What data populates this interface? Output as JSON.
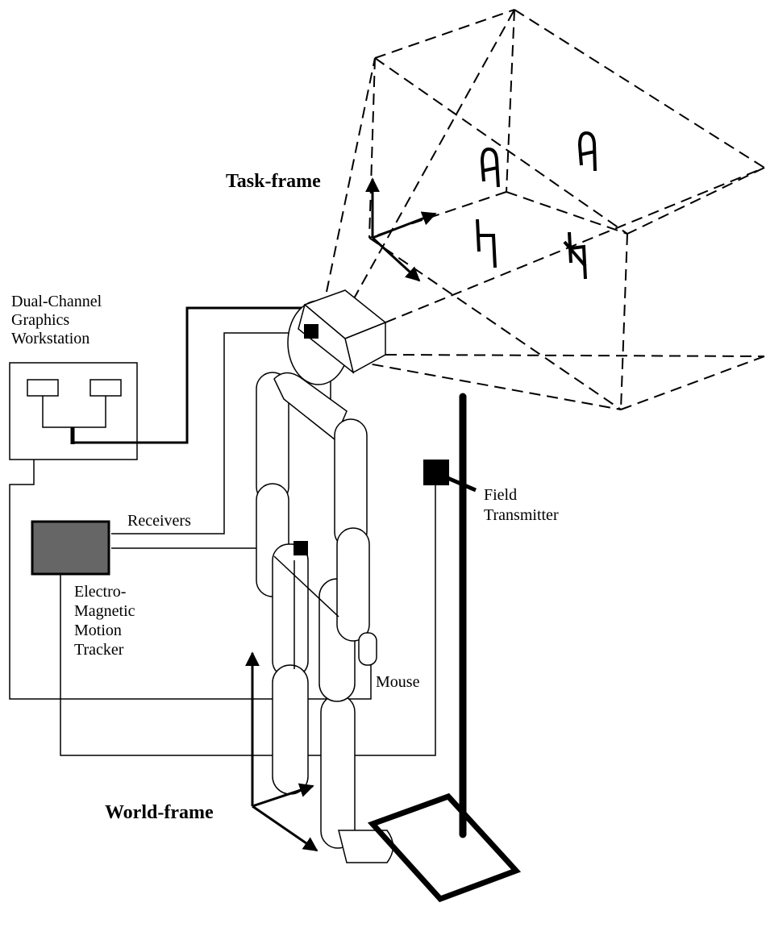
{
  "labels": {
    "task_frame": "Task-frame",
    "world_frame": "World-frame",
    "workstation": [
      "Dual-Channel",
      "Graphics",
      "Workstation"
    ],
    "receivers": "Receivers",
    "tracker": [
      "Electro-",
      "Magnetic",
      "Motion",
      "Tracker"
    ],
    "field_transmitter": [
      "Field",
      "Transmitter"
    ],
    "mouse": "Mouse"
  },
  "colors": {
    "line": "#000000",
    "tracker_fill": "#666666",
    "background": "#ffffff"
  }
}
